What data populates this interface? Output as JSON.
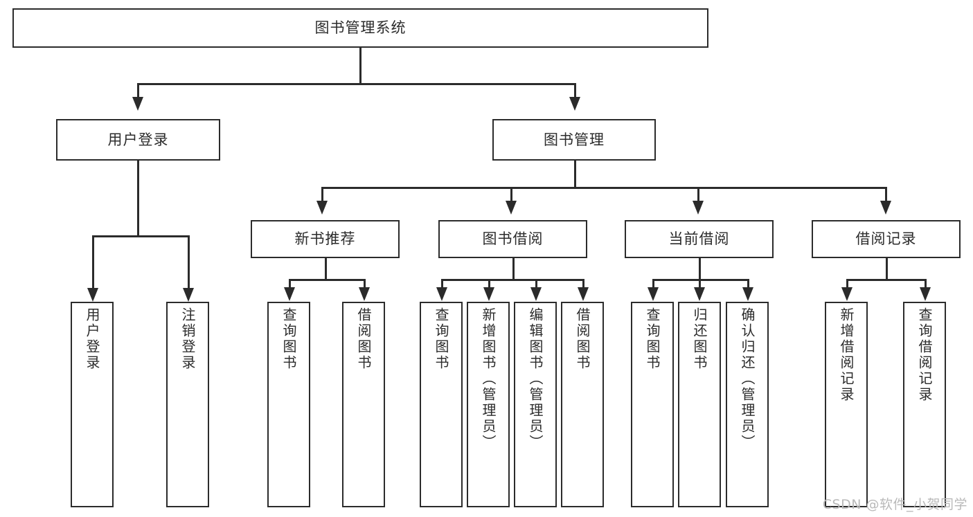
{
  "diagram": {
    "title": "图书管理系统",
    "watermark": "CSDN @软件_小贺同学",
    "accent_color": "#2b2b2b",
    "background_color": "#ffffff",
    "watermark_color": "#b9b9b9"
  },
  "nodes": {
    "root": {
      "label": "图书管理系统"
    },
    "level2": [
      {
        "label": "用户登录"
      },
      {
        "label": "图书管理"
      }
    ],
    "level3": [
      {
        "label": "新书推荐"
      },
      {
        "label": "图书借阅"
      },
      {
        "label": "当前借阅"
      },
      {
        "label": "借阅记录"
      }
    ],
    "leaves": [
      {
        "label": "用户登录"
      },
      {
        "label": "注销登录"
      },
      {
        "label": "查询图书"
      },
      {
        "label": "借阅图书"
      },
      {
        "label": "查询图书"
      },
      {
        "label": "新增图书（管理员）"
      },
      {
        "label": "编辑图书（管理员）"
      },
      {
        "label": "借阅图书"
      },
      {
        "label": "查询图书"
      },
      {
        "label": "归还图书"
      },
      {
        "label": "确认归还（管理员）"
      },
      {
        "label": "新增借阅记录"
      },
      {
        "label": "查询借阅记录"
      }
    ]
  }
}
